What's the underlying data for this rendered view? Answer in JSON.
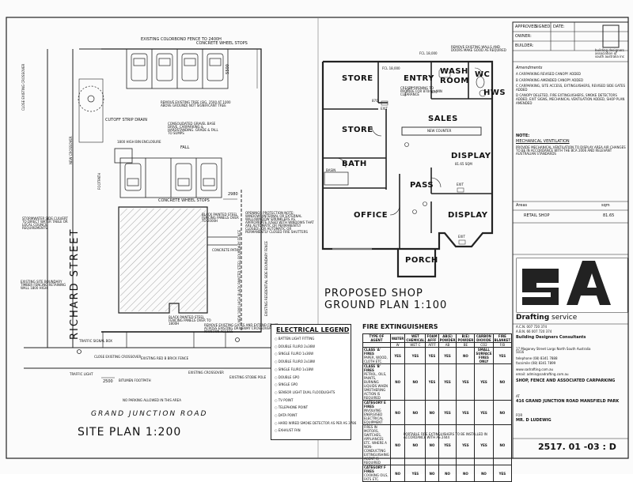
{
  "site_plan": {
    "title": "SITE PLAN 1:200",
    "road": "GRAND JUNCTION ROAD",
    "street": "RICHARD STREET",
    "labels": {
      "close_crossover": "CLOSE EXISTING CROSSOVER",
      "new_crossover": "NEW CROSSOVER",
      "footpath": "FOOTPATH",
      "bitumen_footpath": "BITUMEN FOOTPATH",
      "no_parking": "NO PARKING ALLOWED IN THIS AREA",
      "existing_colorbond": "EXISTING COLORBOND FENCE TO 2400H",
      "concrete_wheel_stops": "CONCRETE WHEEL STOPS",
      "cutoff_strip_drain": "CUTOFF STRIP DRAIN",
      "consolidated_gravel": "CONSOLIDATED GRAVEL BASE DRIVE, CARPARKING & HARDSTANDING. GRADE & FALL TO SUMPS",
      "fall": "FALL",
      "remove_tree": "REMOVE EXISTING TREE (SIG. 2500 AT 1000 ABOVE GROUND) NOT SIGNIFICANT TREE",
      "bin_enclosure": "1800 HIGH BIN ENCLOSURE",
      "openings": "OPENINGS PROTECTION NOTE: WINDOWS/INTERNAL OR EXTERNAL WALL/WINDOW SPRINKLERS AS APPROPRIATE (USED WITH WINDOWS THAT ARE AUTOMATIC OR PERMANENTLY CLOSED), OR AUTOMATIC OR PERMANENTLY CLOSED FIRE SHUTTERS",
      "black_steel": "BLACK PAINTED STEEL FENCING PANELS OVER TO 2000H",
      "black_steel2": "BLACK PAINTED STEEL FENCING PANELS OVER TO 1800H",
      "remove_gates": "REMOVE EXISTING GATES AND EXTEND FENCE ACROSS EXISTING DRIVEWAY CROSSOVER TO MAINTAIN ACCESS",
      "existing_brick": "EXISTING RED B BRICK FENCE",
      "existing_crossover": "EXISTING CROSSOVER",
      "existing_stobie": "EXISTING STOBIE POLE",
      "concrete_path": "CONCRETE PATH",
      "traffic_signal": "TRAFFIC SIGNAL BOX",
      "close_crossover2": "CLOSE EXISTING CROSSOVER",
      "traffic_light": "TRAFFIC LIGHT",
      "dim_2500": "2500",
      "dim_2980": "2980",
      "dim_5500": "5500",
      "existing_wall": "EXISTING SITE BOUNDARY TIMBER FENCING RETAINING WALL 1800 HIGH",
      "boundary_fence": "NEW 1800 HIGH BLACK PAINTED STEEL BOUNDARY FENCE",
      "stormwater": "STORMWATER SIDE CULVERT TO DIRECT WATER TABLE OR LOCAL COUNCIL REQUIREMENTS",
      "east": "EXISTING RESIDENTIAL SIDE BOUNDARY FENCE"
    }
  },
  "floor_plan": {
    "title_line1": "PROPOSED SHOP",
    "title_line2": "GROUND PLAN 1:100",
    "rooms": {
      "store1": "STORE",
      "entry": "ENTRY",
      "wash": "WASH",
      "room": "ROOM",
      "wc": "WC",
      "hws": "HWS",
      "store2": "STORE",
      "sales": "SALES",
      "display1": "DISPLAY",
      "display1_area": "81.65 SQM",
      "bath": "BATH",
      "basin": "BASIN",
      "pass": "PASS",
      "office": "OFFICE",
      "display2": "DISPLAY",
      "porch": "PORCH",
      "new_counter": "NEW COUNTER"
    },
    "notes": {
      "create_opening": "CREATE OPENING TO PROVIDE FOR 870mm MIN CLEARANCE",
      "remove_walls": "REMOVE EXISTING WALLS AND DOORS MAKE GOOD AS REQUIRED",
      "fcl1": "FCL 18,000",
      "fcl2": "FCL 18,000",
      "exit1": "EXIT",
      "exit2": "EXIT",
      "exit3": "EXIT",
      "dim_870": "870",
      "dim_870b": "870"
    }
  },
  "electrical_legend": {
    "title": "ELECTRICAL LEGEND",
    "items": [
      "BATTEN LIGHT FITTING",
      "DOUBLE FLURO 2x36W",
      "SINGLE FLURO 1x36W",
      "DOUBLE FLURO 2x18W",
      "SINGLE FLURO 1x18W",
      "DOUBLE GPO",
      "SINGLE GPO",
      "SENSOR LIGHT DUAL FLOODLIGHTS",
      "TV POINT",
      "TELEPHONE POINT",
      "DATA POINT",
      "HARD WIRED SMOKE DETECTOR AS PER AS 3786",
      "EXHAUST FAN"
    ]
  },
  "fire_extinguishers": {
    "title": "FIRE EXTINGUISHERS",
    "headers": [
      "TYPE OF AGENT",
      "WATER",
      "WET CHEMICAL",
      "FOAM AFFF",
      "AB(E) POWDER",
      "B(E) POWDER",
      "CARBON DIOXIDE",
      "FIRE BLANKET"
    ],
    "subheaders": [
      "",
      "W",
      "WET C",
      "AFFF",
      "AB",
      "BE",
      "CO2",
      "F/B"
    ],
    "rows": [
      {
        "type": "CLASS 'A' FIRES",
        "desc": "PAPER, WOOD, CLOTH ETC.",
        "vals": [
          "YES",
          "YES",
          "YES",
          "YES",
          "NO",
          "SMALL SURFACE FIRES ONLY",
          "YES"
        ]
      },
      {
        "type": "CLASS 'B' FIRES",
        "desc": "PETROL, OILS, PAINTS, BURNING LIQUIDS WHEN SMOTHERING ACTION IS REQUIRED",
        "vals": [
          "NO",
          "NO",
          "YES",
          "YES",
          "YES",
          "YES",
          "NO"
        ]
      },
      {
        "type": "CATEGORY E FIRES",
        "desc": "INVOLVING ENERGISED ELECTRICAL EQUIPMENT",
        "vals": [
          "NO",
          "NO",
          "NO",
          "YES",
          "YES",
          "YES",
          "NO"
        ]
      },
      {
        "type": "",
        "desc": "FIRES IN MOTORS, SWITCHES, APPLIANCES ETC. WHERE A NON-CONDUCTING EXTINGUISHING AGENT IS REQUIRED",
        "vals": [
          "NO",
          "NO",
          "NO",
          "YES",
          "YES",
          "YES",
          "NO"
        ]
      },
      {
        "type": "CATEGORY F FIRES",
        "desc": "COOKING OILS, FATS ETC.",
        "vals": [
          "NO",
          "YES",
          "NO",
          "NO",
          "NO",
          "NO",
          "YES"
        ]
      }
    ],
    "footnote": "PORTABLE FIRE EXTINGUISHERS TO BE INSTALLED IN ACCORDANCE WITH AS 2444"
  },
  "title_block": {
    "approved": "APPROVED",
    "signed": "SIGNED:",
    "date": "DATE:",
    "owner": "OWNER:",
    "builder": "BUILDER:",
    "amendments_title": "Amendments",
    "amendments": [
      "A  CARPARKING REVISED CANOPY ADDED",
      "B  CARPARKING AMENDED CANOPY ADDED",
      "C  CARPARKING, SITE ACCESS, EXTINGUISHERS, REVISED SIDE GATES ADDED",
      "D  CANOPY DELETED, FIRE EXTINGUISHERS, SMOKE DETECTORS ADDED, EXIT SIGNS, MECHANICAL VENTILATION ADDED, SHOP PLAN AMENDED"
    ],
    "mech_note_title": "NOTE:",
    "mech_note_sub": "MECHANICAL VENTILATION",
    "mech_note": "PROVIDE MECHANICAL VENTILATION TO DISPLAY AREA AIR CHANGES TO BE IN ACCORDANCE WITH THE BCA 2006 AND RELEVANT AUSTRALIAN STANDARDS",
    "areas_label": "Areas",
    "areas_unit": "sqm",
    "retail_label": "RETAIL SHOP",
    "retail_value": "81.65",
    "assoc": "building designers association of south australia inc",
    "logo_text": "SA",
    "brand_a": "Drafting",
    "brand_b": " service",
    "acn": "A.C.N. 007 720 374",
    "abn": "A.B.N. 66 007 720 374",
    "bdc": "Building Designers Consultants",
    "address": "17 Maganey Street Largs North South Australia 5016",
    "tel": "telephone (08) 8341 7888",
    "fax": "facsimile (08) 8341 7899",
    "web": "www.sadrafting.com.au",
    "email": "email: admin@sadrafting.com.au",
    "project": "SHOP, FENCE AND ASSOCIATED CARPARKING",
    "project_at": "AT",
    "address2": "416 GRAND JUNCTION ROAD MANSFIELD PARK",
    "client_for": "FOR",
    "client": "MR. D LUDEWIG",
    "drawing_no": "2517. 01 -03 : D"
  }
}
